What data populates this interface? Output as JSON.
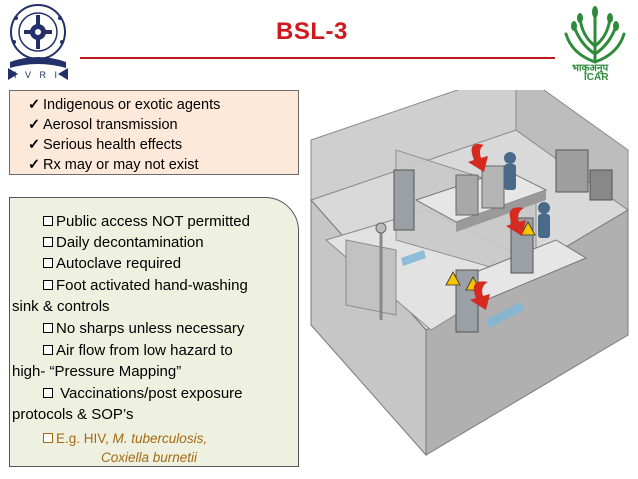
{
  "header": {
    "title": "BSL-3",
    "left_logo": {
      "caption": "I V R I",
      "icon": "ivri-emblem-icon"
    },
    "right_logo": {
      "caption": "भाकृअनुप",
      "subcaption": "ICAR",
      "icon": "icar-wheat-logo-icon"
    }
  },
  "box1": {
    "items": [
      "Indigenous or exotic agents",
      "Aerosol transmission",
      "Serious health effects",
      "Rx may or may not exist"
    ]
  },
  "box2": {
    "items": [
      {
        "first": "Public access NOT permitted"
      },
      {
        "first": "Daily decontamination"
      },
      {
        "first": "Autoclave required"
      },
      {
        "first": "Foot activated hand-washing",
        "rest": "sink & controls"
      },
      {
        "first": "No sharps unless necessary"
      },
      {
        "first": "Air flow from low hazard to",
        "rest": "high- “Pressure Mapping”"
      },
      {
        "first": " Vaccinations/post exposure",
        "rest": "protocols & SOP’s"
      }
    ],
    "example": {
      "prefix": "E.g. HIV, ",
      "organism1": "M. tuberculosis,",
      "organism2": "Coxiella burnetii"
    }
  },
  "illustration": {
    "icon": "bsl3-laboratory-cutaway-icon"
  },
  "colors": {
    "title": "#d0181c",
    "box1_bg": "#fce9da",
    "box2_bg": "#eef1e0",
    "example_text": "#a56a14",
    "arrow": "#d42a20"
  }
}
